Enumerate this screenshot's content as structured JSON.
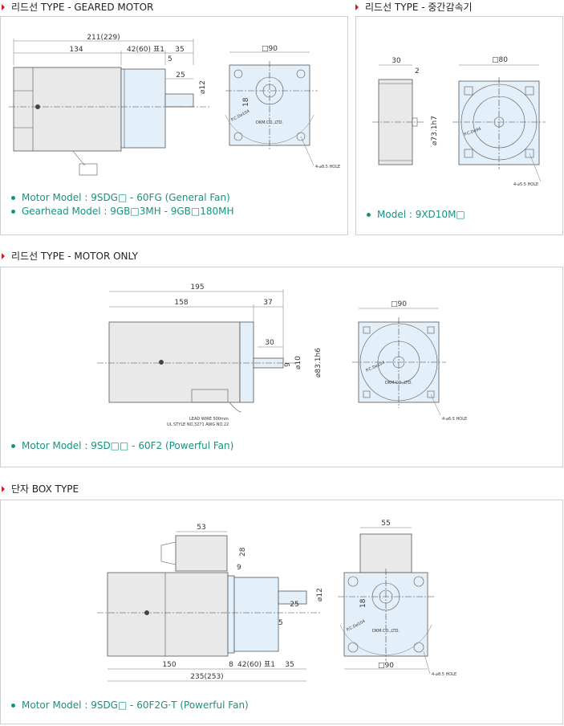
{
  "sections": {
    "geared": {
      "title": "리드선 TYPE - GEARED MOTOR",
      "specs": [
        "Motor Model : 9SDG□ - 60FG (General Fan)",
        "Gearhead Model : 9GB□3MH - 9GB□180MH"
      ],
      "dims": {
        "overall": "211(229)",
        "motor": "134",
        "gear": "42(60)",
        "gear_suffix": "표1",
        "shaft": "35",
        "step": "5",
        "key": "25",
        "shaft_dia": "⌀12",
        "square": "□90",
        "pcd": "P.C.D⌀104",
        "key_h": "18",
        "brand": "DKM.CO.,LTD.",
        "hole": "4-⌀8.5 HOLE"
      }
    },
    "reducer": {
      "title": "리드선 TYPE - 중간감속기",
      "specs": [
        "Model : 9XD10M□"
      ],
      "dims": {
        "length": "30",
        "step": "2",
        "dia": "⌀73.1h7",
        "square": "□80",
        "pcd": "P.C.D⌀94",
        "hole": "4-⌀5.5 HOLE"
      }
    },
    "motor_only": {
      "title": "리드선 TYPE - MOTOR ONLY",
      "specs": [
        "Motor Model : 9SD□□ - 60F2 (Powerful Fan)"
      ],
      "dims": {
        "overall": "195",
        "motor": "158",
        "shaft": "37",
        "key": "30",
        "key_h": "9",
        "shaft_dia": "⌀10",
        "pilot": "⌀83.1h6",
        "square": "□90",
        "pcd": "P.C.D⌀104",
        "brand": "DKM.CO.,LTD.",
        "hole": "4-⌀6.5 HOLE",
        "lead1": "LEAD WIRE 500mm",
        "lead2": "UL STYLE NO.3271 AWG NO.22"
      }
    },
    "box": {
      "title": "단자 BOX TYPE",
      "specs": [
        "Motor Model : 9SDG□ - 60F2G·T (Powerful Fan)"
      ],
      "dims": {
        "box_w": "53",
        "box_h": "28",
        "gap": "9",
        "shaft_dia": "⌀12",
        "key": "25",
        "step": "5",
        "motor": "150",
        "flange": "8",
        "gear": "42(60)",
        "gear_suffix": "표1",
        "shaft": "35",
        "overall": "235(253)",
        "top": "55",
        "key_h": "18",
        "pcd": "P.C.D⌀104",
        "brand": "DKM.CO.,LTD.",
        "square": "□90",
        "hole": "4-⌀8.5 HOLE"
      }
    }
  },
  "colors": {
    "accent_arrow": "#d01f2b",
    "spec_text": "#18927f",
    "gear_fill": "#e4f0f9",
    "body_fill": "#e9e9e9"
  }
}
